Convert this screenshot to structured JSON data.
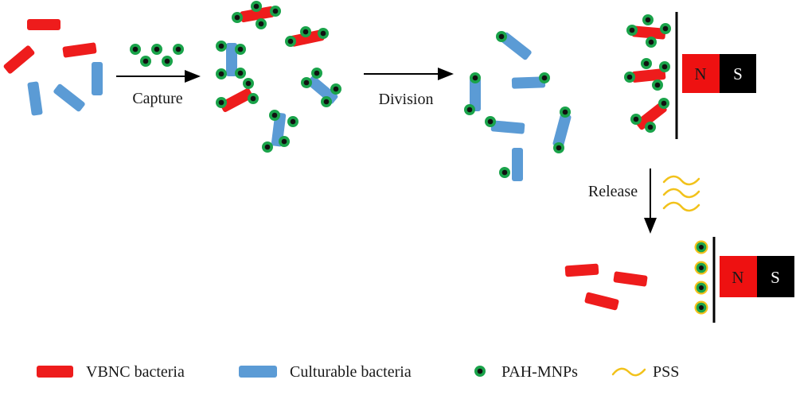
{
  "steps": {
    "capture": "Capture",
    "division": "Division",
    "release": "Release"
  },
  "magnet": {
    "north": "N",
    "south": "S"
  },
  "legend": {
    "vbnc": "VBNC bacteria",
    "culturable": "Culturable bacteria",
    "mnp": "PAH-MNPs",
    "pss": "PSS"
  },
  "colors": {
    "vbnc": "#ee1c1c",
    "culturable": "#5b9bd5",
    "mnp_ring": "#1aa34a",
    "mnp_core": "#111111",
    "pss": "#f2c21b",
    "magnet_n": "#ee1111",
    "magnet_s": "#000000"
  }
}
